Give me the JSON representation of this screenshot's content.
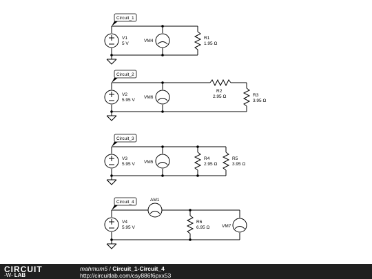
{
  "circuits": [
    {
      "tag": "Circuit_1",
      "source": {
        "name": "V1",
        "value": "5 V"
      },
      "voltmeter": {
        "name": "VM4"
      },
      "resistors": [
        {
          "name": "R1",
          "value": "1.95 Ω"
        }
      ]
    },
    {
      "tag": "Circuit_2",
      "source": {
        "name": "V2",
        "value": "5.95 V"
      },
      "voltmeter": {
        "name": "VM6"
      },
      "resistors": [
        {
          "name": "R2",
          "value": "2.95 Ω"
        },
        {
          "name": "R3",
          "value": "3.95 Ω"
        }
      ]
    },
    {
      "tag": "Circuit_3",
      "source": {
        "name": "V3",
        "value": "5.95 V"
      },
      "voltmeter": {
        "name": "VM5"
      },
      "resistors": [
        {
          "name": "R4",
          "value": "2.95 Ω"
        },
        {
          "name": "R5",
          "value": "3.95 Ω"
        }
      ]
    },
    {
      "tag": "Circuit_4",
      "source": {
        "name": "V4",
        "value": "5.95 V"
      },
      "ammeter": {
        "name": "AM1"
      },
      "voltmeter": {
        "name": "VM7"
      },
      "resistors": [
        {
          "name": "R6",
          "value": "6.95 Ω"
        }
      ]
    }
  ],
  "footer": {
    "logo_top": "CIRCUIT",
    "logo_wave": "-W-",
    "logo_lab": "LAB",
    "author": "mahmum5",
    "separator": " / ",
    "title": "Circuit_1-Circuit_4",
    "url": "http://circuitlab.com/csy886f6pxx53"
  },
  "colors": {
    "wire": "#000000",
    "node": "#000000",
    "footer_bg": "#1f1f1f",
    "text_light": "#ffffff"
  }
}
